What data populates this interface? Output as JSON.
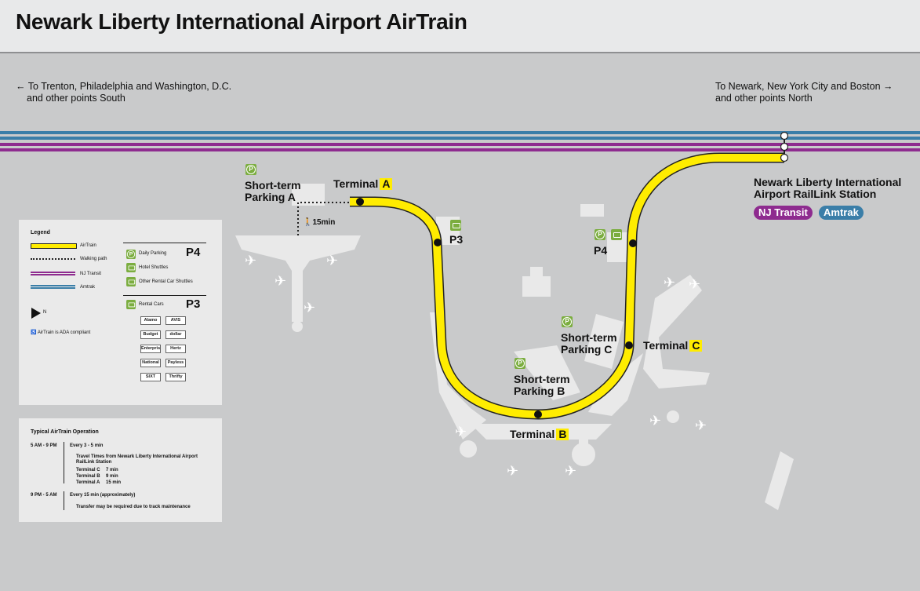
{
  "title": "Newark Liberty International Airport AirTrain",
  "directions": {
    "south": {
      "line1": "← To Trenton, Philadelphia and Washington, D.C.",
      "line2": "and other points South"
    },
    "north": {
      "line1": "To Newark, New York City and Boston →",
      "line2": "and other points North"
    }
  },
  "stations": {
    "terminal_a": {
      "label": "Terminal",
      "letter": "A"
    },
    "terminal_b": {
      "label": "Terminal",
      "letter": "B"
    },
    "terminal_c": {
      "label": "Terminal",
      "letter": "C"
    },
    "railink": {
      "line1": "Newark Liberty International",
      "line2": "Airport RailLink Station"
    }
  },
  "services": {
    "nj_transit": "NJ Transit",
    "amtrak": "Amtrak"
  },
  "parking": {
    "short_a": {
      "line1": "Short-term",
      "line2": "Parking A"
    },
    "short_b": {
      "line1": "Short-term",
      "line2": "Parking B"
    },
    "short_c": {
      "line1": "Short-term",
      "line2": "Parking C"
    },
    "p3": "P3",
    "p4": "P4",
    "walk_time": "15min"
  },
  "legend": {
    "title": "Legend",
    "airtrain": "AirTrain",
    "walking_path": "Walking path",
    "nj_transit": "NJ Transit",
    "amtrak": "Amtrak",
    "north": "N",
    "ada": "AirTrain is ADA compliant",
    "daily_parking": "Daily Parking",
    "hotel_shuttles": "Hotel Shuttles",
    "other_rental": "Other Rental Car Shuttles",
    "rental_cars": "Rental Cars",
    "p4": "P4",
    "p3": "P3",
    "brands": [
      "Alamo",
      "AVIS",
      "Budget",
      "dollar",
      "Enterprise",
      "Hertz",
      "National",
      "Payless",
      "SIXT",
      "Thrifty"
    ]
  },
  "operation": {
    "title": "Typical AirTrain Operation",
    "period1": "5 AM - 9 PM",
    "freq1": "Every 3 - 5 min",
    "travel_title_line1": "Travel Times from Newark Liberty International Airport",
    "travel_title_line2": "RailLink Station",
    "times": [
      {
        "terminal": "Terminal C",
        "time": "7 min"
      },
      {
        "terminal": "Terminal B",
        "time": "9 min"
      },
      {
        "terminal": "Terminal A",
        "time": "15 min"
      }
    ],
    "period2": "9 PM - 5 AM",
    "freq2": "Every 15 min (approximately)",
    "transfer_note": "Transfer may be required due to track maintenance"
  },
  "colors": {
    "airtrain": "#ffec00",
    "nj_transit": "#8e2b8f",
    "amtrak": "#3a7ea8",
    "parking_green": "#7bad3f",
    "terminal_gray": "#e9e9e9"
  }
}
